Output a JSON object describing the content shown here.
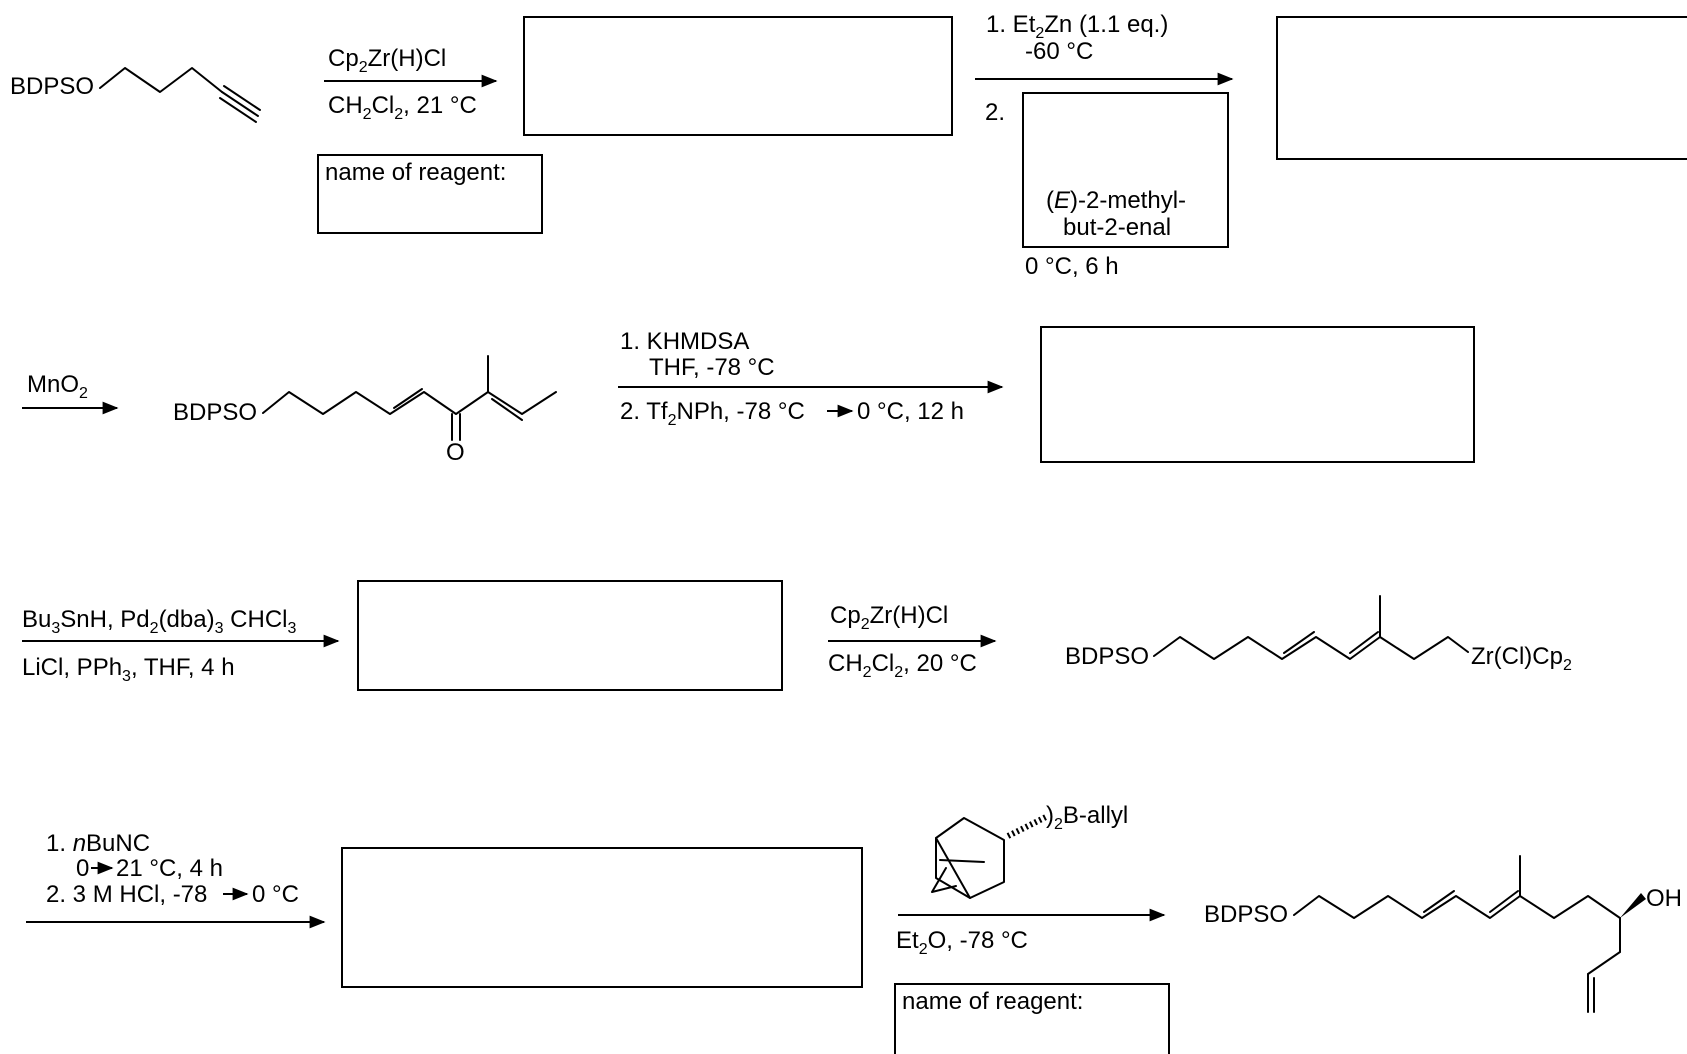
{
  "row1": {
    "start_label": "BDPSO",
    "step1_reagent_main": "Cp",
    "step1_reagent_sub": "2",
    "step1_reagent_rest": "Zr(H)Cl",
    "step1_solvent_a": "CH",
    "step1_solvent_sub1": "2",
    "step1_solvent_b": "Cl",
    "step1_solvent_sub2": "2",
    "step1_solvent_c": ", 21 °C",
    "reagent_name_label": "name of reagent:",
    "step2_line1_a": "1. Et",
    "step2_line1_sub": "2",
    "step2_line1_b": "Zn (1.1 eq.)",
    "step2_line2": "-60 °C",
    "step2_line3": "2.",
    "aldehyde_line1_a": "(",
    "aldehyde_line1_italic": "E",
    "aldehyde_line1_b": ")-2-methyl-",
    "aldehyde_line2": "but-2-enal",
    "step2_conditions": "0 °C, 6 h"
  },
  "row2": {
    "oxidant_a": "MnO",
    "oxidant_sub": "2",
    "dienone_label": "BDPSO",
    "carbonyl_o": "O",
    "step_line1": "1. KHMDSA",
    "step_line2": "THF, -78 °C",
    "step_line3_a": "2. Tf",
    "step_line3_sub": "2",
    "step_line3_b": "NPh, -78 °C",
    "step_line3_c": "0 °C, 12 h"
  },
  "row3": {
    "reagent_a": "Bu",
    "reagent_sub1": "3",
    "reagent_b": "SnH, Pd",
    "reagent_sub2": "2",
    "reagent_c": "(dba)",
    "reagent_sub3": "3",
    "reagent_d": " CHCl",
    "reagent_sub4": "3",
    "conditions_a": "LiCl, PPh",
    "conditions_sub": "3",
    "conditions_b": ", THF, 4 h",
    "zr_reagent_a": "Cp",
    "zr_reagent_sub": "2",
    "zr_reagent_b": "Zr(H)Cl",
    "zr_solvent_a": "CH",
    "zr_solvent_sub1": "2",
    "zr_solvent_b": "Cl",
    "zr_solvent_sub2": "2",
    "zr_solvent_c": ", 20 °C",
    "product_label": "BDPSO",
    "zr_group_a": "Zr(Cl)Cp",
    "zr_group_sub": "2"
  },
  "row4": {
    "line1_a": "1. ",
    "line1_italic": "n",
    "line1_b": "BuNC",
    "line2_a": "0",
    "line2_b": "21 °C, 4 h",
    "line3_a": "2. 3 M HCl, -78",
    "line3_b": "0 °C",
    "borane_a": ")",
    "borane_sub": "2",
    "borane_b": "B-allyl",
    "solvent_a": "Et",
    "solvent_sub": "2",
    "solvent_b": "O, -78 °C",
    "reagent_name_label": "name of reagent:",
    "product_label": "BDPSO",
    "oh_label": "OH"
  }
}
